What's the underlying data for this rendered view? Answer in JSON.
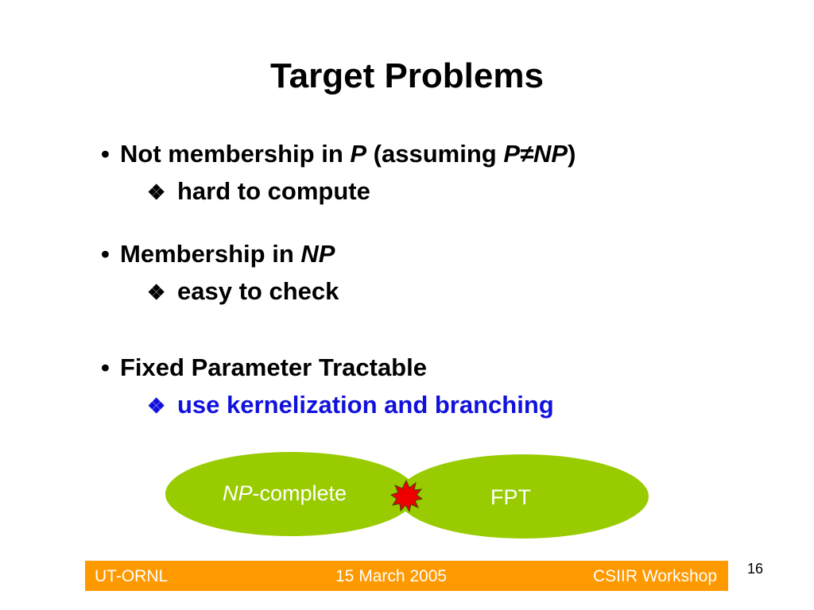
{
  "title": "Target Problems",
  "bullets": [
    {
      "parts": [
        "Not membership in ",
        "P",
        " (assuming ",
        "P≠NP",
        ")"
      ],
      "sub": "hard to compute"
    },
    {
      "parts": [
        "Membership in ",
        "NP"
      ],
      "sub": "easy to check"
    },
    {
      "parts": [
        "Fixed Parameter Tractable"
      ],
      "sub": "use kernelization and branching"
    }
  ],
  "bullet_symbol": "•",
  "sub_symbol": "❖",
  "diagram": {
    "left_label_italic": "NP",
    "left_label_rest": "-complete",
    "right_label": "FPT",
    "fill_color": "#99cc00",
    "star_color": "#ee0000"
  },
  "footer": {
    "left": "UT-ORNL",
    "center": "15 March 2005",
    "right": "CSIIR Workshop",
    "color": "#ff9900"
  },
  "page_number": "16",
  "colors": {
    "accent_blue": "#1111dd"
  }
}
